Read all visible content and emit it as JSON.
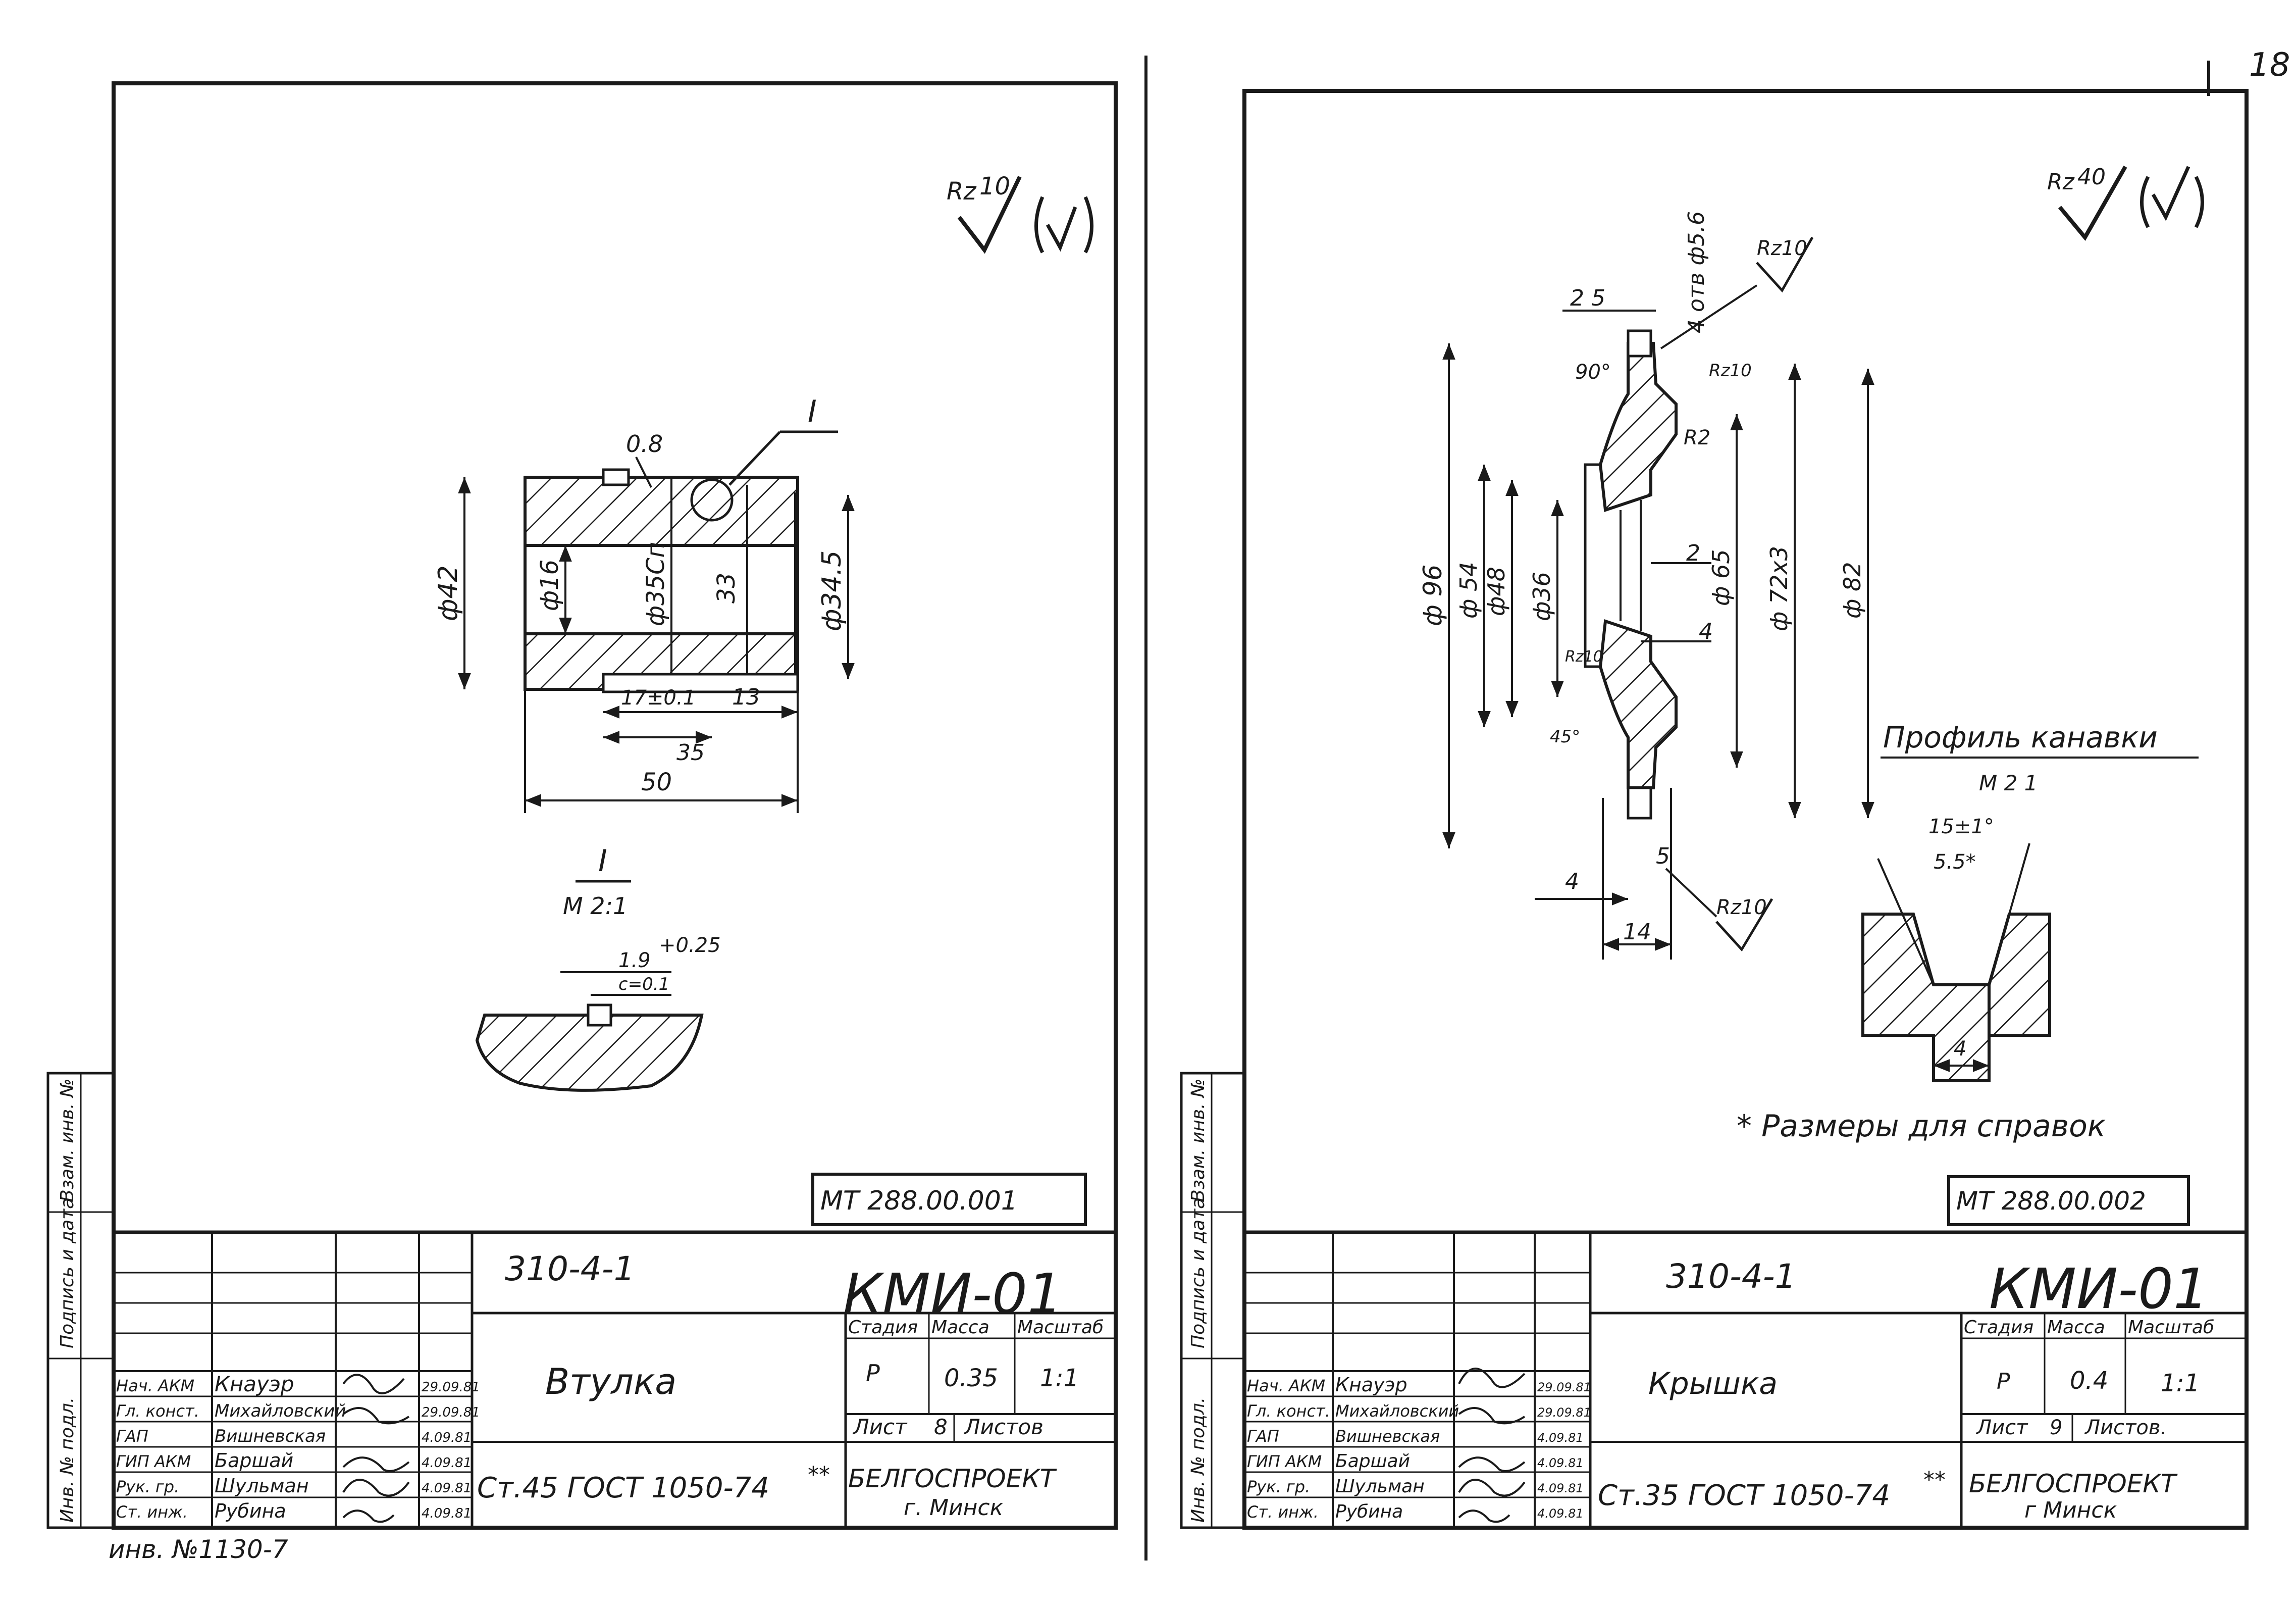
{
  "page_number": "18",
  "left_sheet": {
    "surface_mark": {
      "symbol": "Rz",
      "value": "10"
    },
    "designation": "МТ 288.00.001",
    "dims": {
      "chamfer": "0.8",
      "detail_ref": "I",
      "d_outer": "ф42",
      "d_bore": "ф16",
      "d_fit": "ф35Сп",
      "d_right": "ф34.5",
      "len_33": "33",
      "len_17": "17±0.1",
      "len_13": "13",
      "len_35": "35",
      "len_50": "50"
    },
    "detail": {
      "label": "I",
      "scale": "М 2:1",
      "groove_width": "1.9",
      "groove_tol": "+0.25",
      "groove_depth": "c=0.1"
    },
    "title_block": {
      "project_code": "310-4-1",
      "code": "КМИ-01",
      "part_name": "Втулка",
      "material_prefix": "Ст.45 ГОСТ 1050-74",
      "material_suffix": "**",
      "col_stage": "Стадия",
      "col_mass": "Масса",
      "col_scale": "Масштаб",
      "stage": "Р",
      "mass": "0.35",
      "scale": "1:1",
      "sheet_label": "Лист",
      "sheet_no": "8",
      "sheets_label": "Листов",
      "org": "БЕЛГОСПРОЕКТ",
      "city": "г. Минск",
      "staff": [
        {
          "role": "Нач. АКМ",
          "name": "Кнауэр",
          "date": "29.09.81"
        },
        {
          "role": "Гл. конст.",
          "name": "Михайловский",
          "date": "29.09.81"
        },
        {
          "role": "ГАП",
          "name": "Вишневская",
          "date": "4.09.81"
        },
        {
          "role": "ГИП АКМ",
          "name": "Баршай",
          "date": "4.09.81"
        },
        {
          "role": "Рук. гр.",
          "name": "Шульман",
          "date": "4.09.81"
        },
        {
          "role": "Ст. инж.",
          "name": "Рубина",
          "date": "4.09.81"
        }
      ]
    },
    "side_labels": {
      "a": "Взам. инв. №",
      "b": "Подпись и дата",
      "c": "Инв. № подл."
    },
    "inventory": "инв. №1130-7"
  },
  "right_sheet": {
    "surface_mark": {
      "symbol": "Rz",
      "value": "40"
    },
    "designation": "МТ 288.00.002",
    "dims": {
      "holes": "4 отв ф5.6",
      "rz10_top": "Rz10",
      "len_25": "2 5",
      "angle_90": "90°",
      "rz10_mid": "Rz10",
      "r2": "R2",
      "d96": "ф 96",
      "d54": "ф 54",
      "d48": "ф48",
      "d36": "ф36",
      "rz10_left": "Rz10",
      "d65": "ф 65",
      "thread": "ф 72х3",
      "d82": "ф 82",
      "len_2": "2",
      "len_4": "4",
      "chamfer45": "45°",
      "len_5": "5",
      "len_4b": "4",
      "len_14": "14",
      "rz10_bottom": "Rz10"
    },
    "profile": {
      "title": "Профиль канавки",
      "scale": "М 2 1",
      "angle": "15±1°",
      "top_width": "5.5*",
      "bottom_width": "4"
    },
    "note": "* Размеры для справок",
    "title_block": {
      "project_code": "310-4-1",
      "code": "КМИ-01",
      "part_name": "Крышка",
      "material_prefix": "Ст.35 ГОСТ 1050-74",
      "material_suffix": "**",
      "col_stage": "Стадия",
      "col_mass": "Масса",
      "col_scale": "Масштаб",
      "stage": "Р",
      "mass": "0.4",
      "scale": "1:1",
      "sheet_label": "Лист",
      "sheet_no": "9",
      "sheets_label": "Листов.",
      "org": "БЕЛГОСПРОЕКТ",
      "city": "г Минск",
      "staff": [
        {
          "role": "Нач. АКМ",
          "name": "Кнауэр",
          "date": "29.09.81"
        },
        {
          "role": "Гл. конст.",
          "name": "Михайловский",
          "date": "29.09.81"
        },
        {
          "role": "ГАП",
          "name": "Вишневская",
          "date": "4.09.81"
        },
        {
          "role": "ГИП АКМ",
          "name": "Баршай",
          "date": "4.09.81"
        },
        {
          "role": "Рук. гр.",
          "name": "Шульман",
          "date": "4.09.81"
        },
        {
          "role": "Ст. инж.",
          "name": "Рубина",
          "date": "4.09.81"
        }
      ]
    },
    "side_labels": {
      "a": "Взам. инв. №",
      "b": "Подпись и дата",
      "c": "Инв. № подл."
    }
  }
}
